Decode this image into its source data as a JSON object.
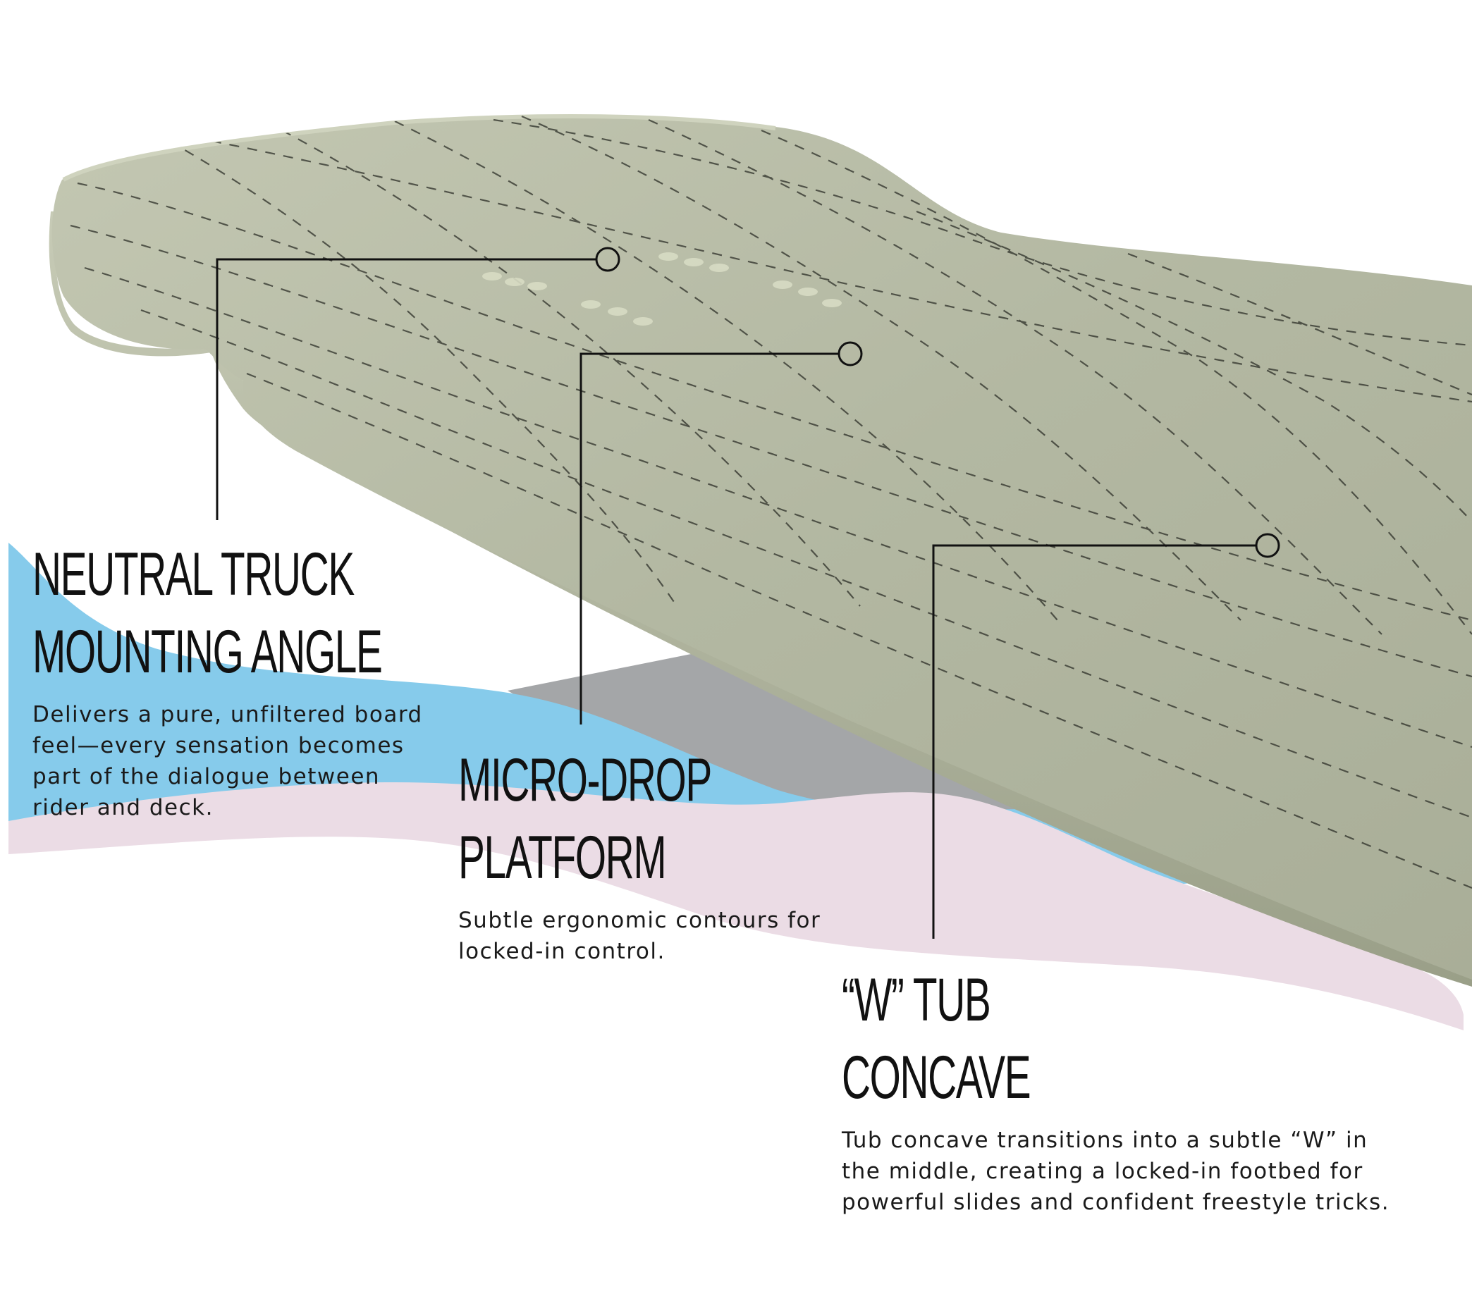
{
  "features": [
    {
      "id": "neutral",
      "title_lines": [
        "NEUTRAL TRUCK",
        "MOUNTING ANGLE"
      ],
      "description": "Delivers a pure, unfiltered board feel—every sensation becomes part of the dialogue between rider and deck."
    },
    {
      "id": "microdrop",
      "title_lines": [
        "MICRO-DROP",
        "PLATFORM"
      ],
      "description": "Subtle ergonomic contours for locked-in control."
    },
    {
      "id": "wtub",
      "title_lines": [
        "“W” TUB",
        "CONCAVE"
      ],
      "description": "Tub concave transitions into a subtle “W” in the middle, creating a locked-in footbed for powerful slides and confident freestyle tricks."
    }
  ],
  "colors": {
    "background": "#ffffff",
    "deck_top": "#b4b9a3",
    "deck_edge": "#9ea38c",
    "deck_rail": "#c9cdb8",
    "wave_blue": "#86cbeb",
    "wave_pink": "#ebdce5",
    "shadow_gray": "#a4a6a8",
    "text": "#111111",
    "leader_line": "#111111"
  }
}
